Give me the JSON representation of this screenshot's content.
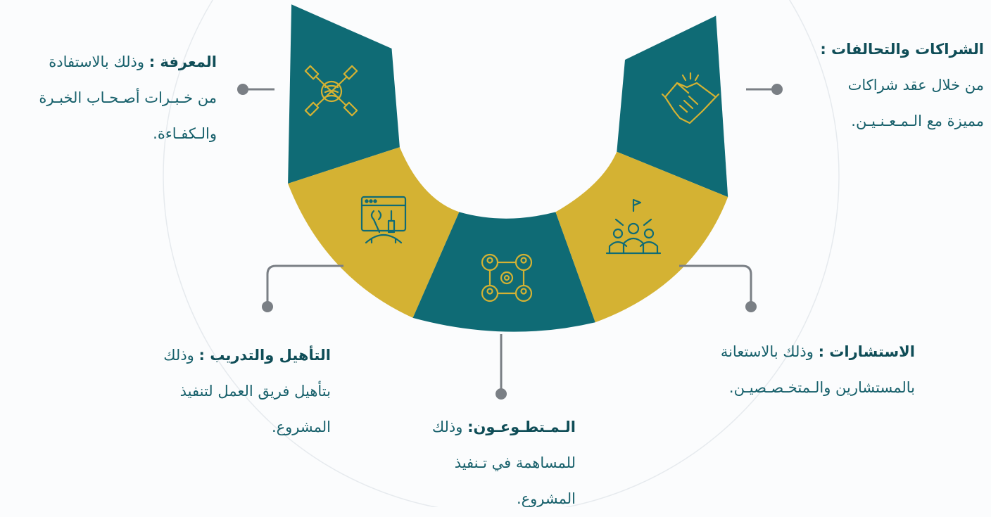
{
  "colors": {
    "teal": "#0f6b75",
    "gold": "#d4b233",
    "connector": "#7a7f85",
    "text": "#17606b",
    "icon_on_teal": "#d4b233",
    "icon_on_gold": "#0f6b75"
  },
  "segments": [
    {
      "key": "knowledge",
      "color": "teal",
      "icon": "hands-together-icon"
    },
    {
      "key": "partnerships",
      "color": "teal",
      "icon": "handshake-icon"
    },
    {
      "key": "training",
      "color": "gold",
      "icon": "tools-window-icon"
    },
    {
      "key": "volunteers",
      "color": "teal",
      "icon": "network-people-gear-icon"
    },
    {
      "key": "consultations",
      "color": "gold",
      "icon": "team-meeting-icon"
    }
  ],
  "items": {
    "partnerships": {
      "heading": "الشراكات والتحالفات :",
      "line1": "من خلال عقد شراكات",
      "line2": "مميزة مع الـمـعـنـيـن."
    },
    "knowledge": {
      "heading": "المعرفة :",
      "lead": "وذلك بالاستفادة",
      "line1": "من خـبـرات أصـحـاب الخبـرة",
      "line2": "والـكفـاءة."
    },
    "consultations": {
      "heading": "الاستشارات :",
      "lead": "وذلك بالاستعانة",
      "line1": "بالمستشارين والـمتخـصـصيـن."
    },
    "training": {
      "heading": "التأهيل والتدريب :",
      "lead": "وذلك",
      "line1": "بتأهيل فريق العمل لتنفيذ",
      "line2": "المشروع."
    },
    "volunteers": {
      "heading": "الـمـتطـوعـون:",
      "lead": "وذلك",
      "line1": "للمساهمة في تـنفيذ",
      "line2": "المشروع."
    }
  }
}
